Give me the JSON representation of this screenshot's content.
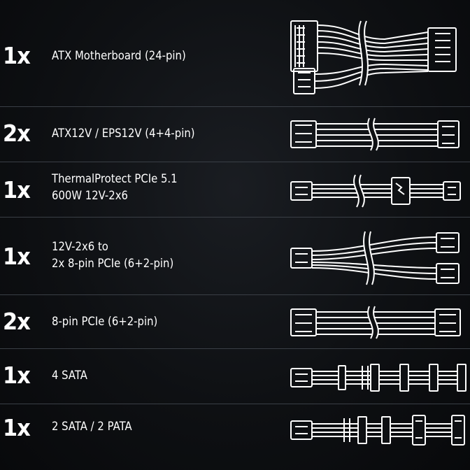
{
  "cables": [
    {
      "qty": "1x",
      "label_lines": [
        "ATX Motherboard (24-pin)"
      ],
      "icon": "atx-24pin-cable-icon"
    },
    {
      "qty": "2x",
      "label_lines": [
        "ATX12V / EPS12V (4+4-pin)"
      ],
      "icon": "eps12v-cable-icon"
    },
    {
      "qty": "1x",
      "label_lines": [
        "ThermalProtect PCIe 5.1",
        "600W 12V-2x6"
      ],
      "icon": "12v-2x6-cable-icon"
    },
    {
      "qty": "1x",
      "label_lines": [
        "12V-2x6 to",
        "2x 8-pin PCIe (6+2-pin)"
      ],
      "icon": "12v-2x6-split-cable-icon"
    },
    {
      "qty": "2x",
      "label_lines": [
        "8-pin PCIe (6+2-pin)"
      ],
      "icon": "pcie-8pin-cable-icon"
    },
    {
      "qty": "1x",
      "label_lines": [
        "4 SATA"
      ],
      "icon": "sata-4-cable-icon"
    },
    {
      "qty": "1x",
      "label_lines": [
        "2 SATA / 2 PATA"
      ],
      "icon": "sata-pata-cable-icon"
    }
  ],
  "colors": {
    "background": "#0e1013",
    "divider": "#3a3f46",
    "line_art": "#ffffff"
  }
}
